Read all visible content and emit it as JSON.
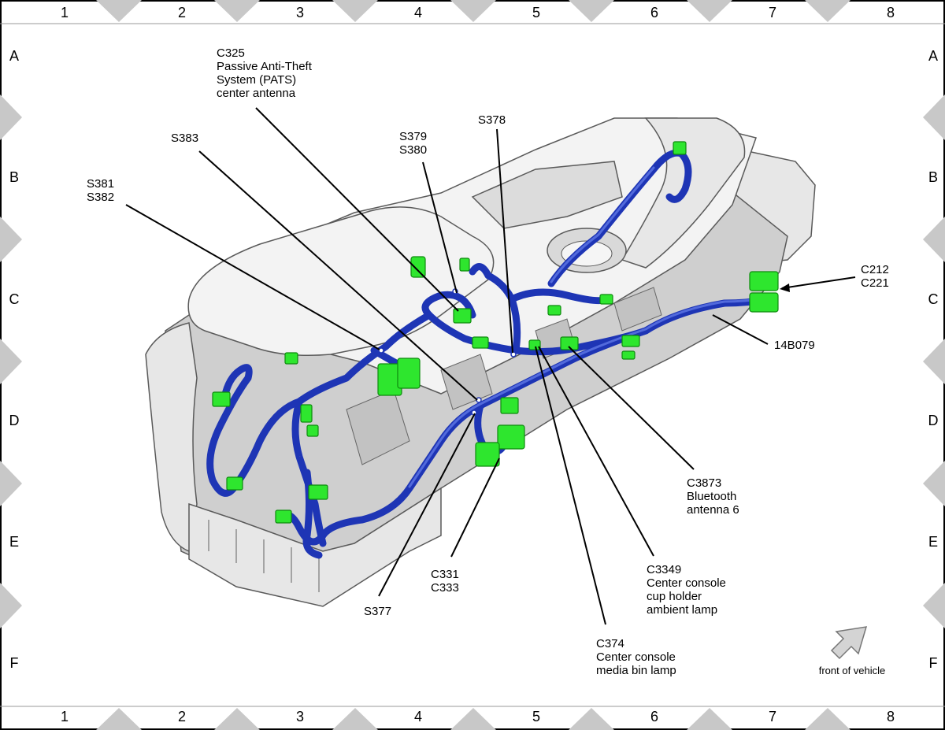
{
  "grid": {
    "columns": [
      "1",
      "2",
      "3",
      "4",
      "5",
      "6",
      "7",
      "8"
    ],
    "rows": [
      "A",
      "B",
      "C",
      "D",
      "E",
      "F"
    ]
  },
  "callouts": {
    "c325": [
      "C325",
      "Passive Anti-Theft",
      "System (PATS)",
      "center antenna"
    ],
    "s383": [
      "S383"
    ],
    "s379_s380": [
      "S379",
      "S380"
    ],
    "s378": [
      "S378"
    ],
    "s381_s382": [
      "S381",
      "S382"
    ],
    "c212_c221": [
      "C212",
      "C221"
    ],
    "harness_14b079": [
      "14B079"
    ],
    "c3873": [
      "C3873",
      "Bluetooth",
      "antenna 6"
    ],
    "c3349": [
      "C3349",
      "Center console",
      "cup holder",
      "ambient lamp"
    ],
    "c331_c333": [
      "C331",
      "C333"
    ],
    "s377": [
      "S377"
    ],
    "c374": [
      "C374",
      "Center console",
      "media bin lamp"
    ]
  },
  "orientation": {
    "label": "front of vehicle",
    "icon": "arrow-up-right-icon"
  },
  "colors": {
    "harness": "#1e35b5",
    "connector": "#2ee62e",
    "frame_triangles": "#c8c8c8"
  }
}
